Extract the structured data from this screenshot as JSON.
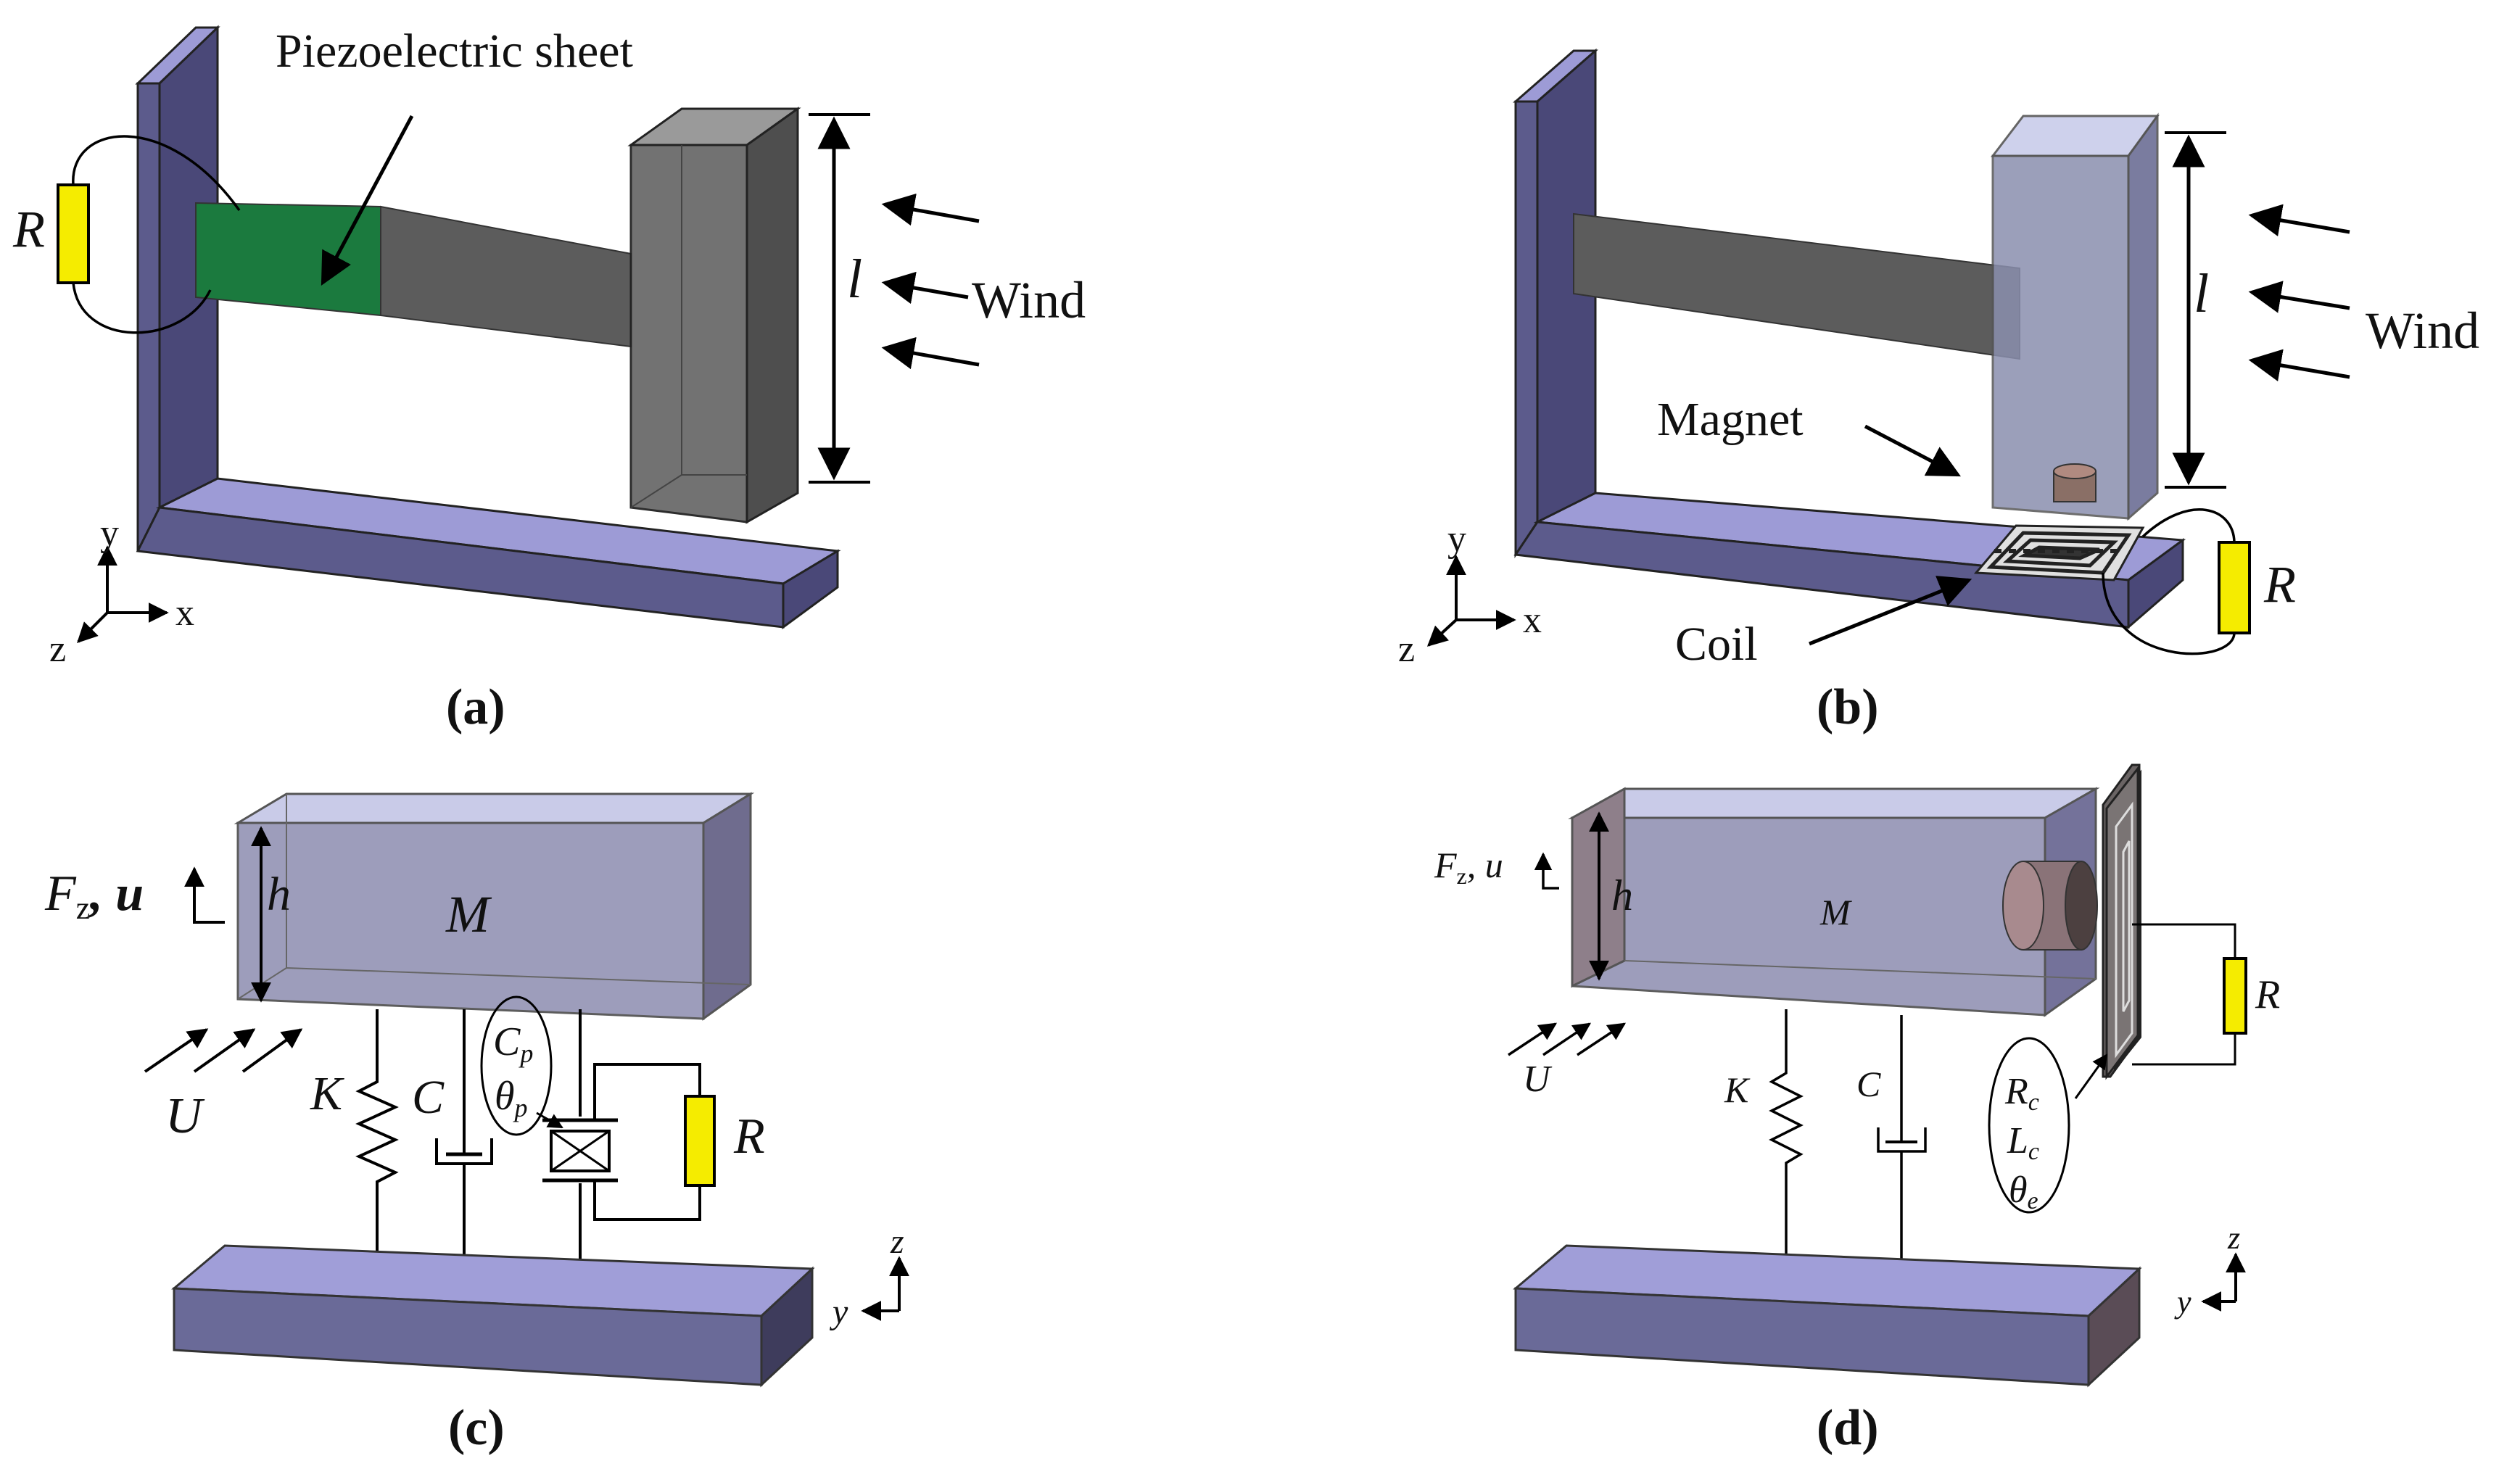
{
  "panels": {
    "a": {
      "caption": "(a)",
      "piezo_label": "Piezoelectric sheet",
      "resistor_label": "R",
      "length_label": "l",
      "wind_label": "Wind",
      "axes": {
        "y": "y",
        "x": "x",
        "z": "z"
      }
    },
    "b": {
      "caption": "(b)",
      "magnet_label": "Magnet",
      "coil_label": "Coil",
      "resistor_label": "R",
      "length_label": "l",
      "wind_label": "Wind",
      "axes": {
        "y": "y",
        "x": "x",
        "z": "z"
      }
    },
    "c": {
      "caption": "(c)",
      "force_label": "F",
      "force_sub": "z",
      "force_rest": ", u",
      "height_label": "h",
      "mass_label": "M",
      "flow_label": "U",
      "spring_label": "K",
      "damper_label": "C",
      "cap_label": "C",
      "cap_sub": "p",
      "theta_label": "θ",
      "theta_sub": "p",
      "resistor_label": "R",
      "axes": {
        "z": "z",
        "y": "y"
      }
    },
    "d": {
      "caption": "(d)",
      "force_label": "F",
      "force_sub": "z",
      "force_rest": ", u",
      "height_label": "h",
      "mass_label": "M",
      "flow_label": "U",
      "spring_label": "K",
      "damper_label": "C",
      "rc_label": "R",
      "rc_sub": "c",
      "lc_label": "L",
      "lc_sub": "c",
      "theta_label": "θ",
      "theta_sub": "e",
      "resistor_label": "R",
      "axes": {
        "z": "z",
        "y": "y"
      }
    }
  },
  "colors": {
    "frame": "#5c5b8c",
    "frame_top": "#9d9bd6",
    "frame_side": "#4a4878",
    "piezo": "#1b7a3e",
    "beam": "#5c5c5c",
    "bluff": "#6b6b6b",
    "resistor": "#f5ec00",
    "mass": "#9898b8",
    "ground": "#6a6a98"
  }
}
